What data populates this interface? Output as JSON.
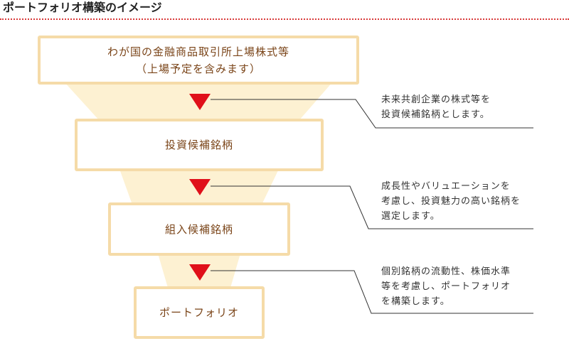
{
  "title": "ポートフォリオ構築のイメージ",
  "colors": {
    "accent_red": "#e0101a",
    "funnel_fill": "#fdf1d2",
    "box_border": "#f5dba8",
    "box_text": "#7a4418",
    "divider": "#d83a3a",
    "line": "#333333"
  },
  "stages": [
    {
      "lines": [
        "わが国の金融商品取引所上場株式等",
        "（上場予定を含みます）"
      ]
    },
    {
      "lines": [
        "投資候補銘柄"
      ]
    },
    {
      "lines": [
        "組入候補銘柄"
      ]
    },
    {
      "lines": [
        "ポートフォリオ"
      ]
    }
  ],
  "notes": [
    {
      "lines": [
        "未来共創企業の株式等を",
        "投資候補銘柄とします。"
      ]
    },
    {
      "lines": [
        "成長性やバリュエーションを",
        "考慮し、投資魅力の高い銘柄を",
        "選定します。"
      ]
    },
    {
      "lines": [
        "個別銘柄の流動性、株価水準",
        "等を考慮し、ポートフォリオ",
        "を構築します。"
      ]
    }
  ]
}
